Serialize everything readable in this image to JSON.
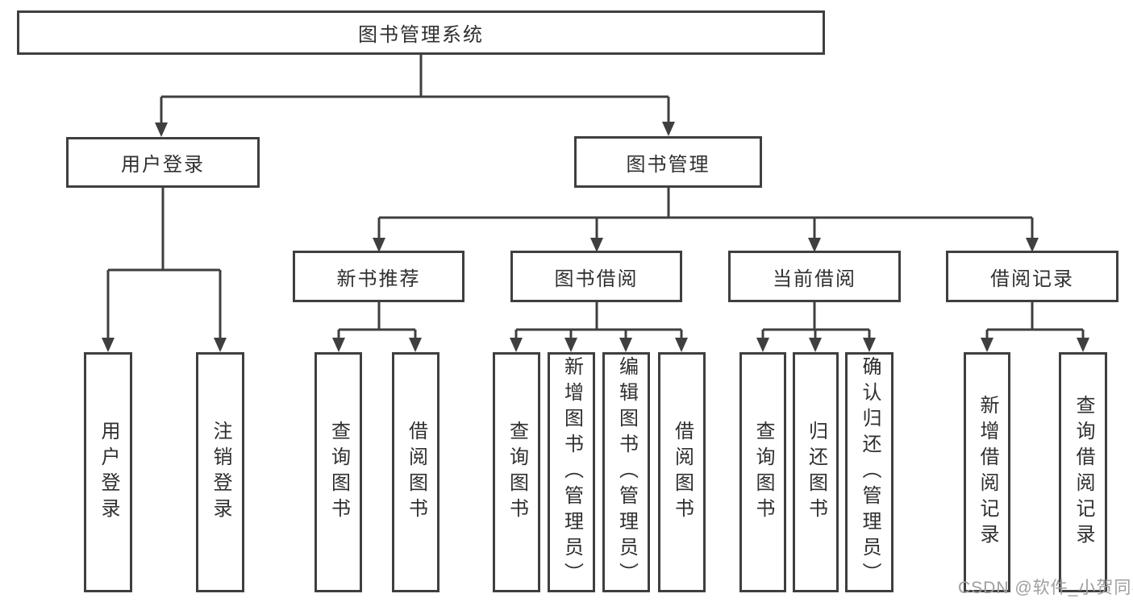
{
  "title": "图书管理系统",
  "colors": {
    "line": "#3f3f3f",
    "text": "#2f2f2f",
    "watermark": "#9e9e9e",
    "background": "#ffffff"
  },
  "nodes": {
    "root": {
      "label": "图书管理系统"
    },
    "userLogin": {
      "label": "用户登录"
    },
    "bookMgmt": {
      "label": "图书管理"
    },
    "newBookRec": {
      "label": "新书推荐"
    },
    "bookBorrow": {
      "label": "图书借阅"
    },
    "currentBorrow": {
      "label": "当前借阅"
    },
    "borrowRecord": {
      "label": "借阅记录"
    },
    "leafUserLogin": {
      "label": "用户登录"
    },
    "leafLogout": {
      "label": "注销登录"
    },
    "leafQueryBook1": {
      "label": "查询图书"
    },
    "leafBorrowBook1": {
      "label": "借阅图书"
    },
    "leafQueryBook2": {
      "label": "查询图书"
    },
    "leafAddBook": {
      "label": "新增图书（管理员）"
    },
    "leafEditBook": {
      "label": "编辑图书（管理员）"
    },
    "leafBorrowBook2": {
      "label": "借阅图书"
    },
    "leafQueryBook3": {
      "label": "查询图书"
    },
    "leafReturnBook": {
      "label": "归还图书"
    },
    "leafConfirmReturn": {
      "label": "确认归还（管理员）"
    },
    "leafAddBorrowRec": {
      "label": "新增借阅记录"
    },
    "leafQueryBorrowRec": {
      "label": "查询借阅记录"
    }
  },
  "hierarchy": {
    "图书管理系统": {
      "用户登录": [
        "用户登录",
        "注销登录"
      ],
      "图书管理": {
        "新书推荐": [
          "查询图书",
          "借阅图书"
        ],
        "图书借阅": [
          "查询图书",
          "新增图书（管理员）",
          "编辑图书（管理员）",
          "借阅图书"
        ],
        "当前借阅": [
          "查询图书",
          "归还图书",
          "确认归还（管理员）"
        ],
        "借阅记录": [
          "新增借阅记录",
          "查询借阅记录"
        ]
      }
    }
  },
  "watermark": {
    "text": "CSDN @软件_小贺同学"
  }
}
